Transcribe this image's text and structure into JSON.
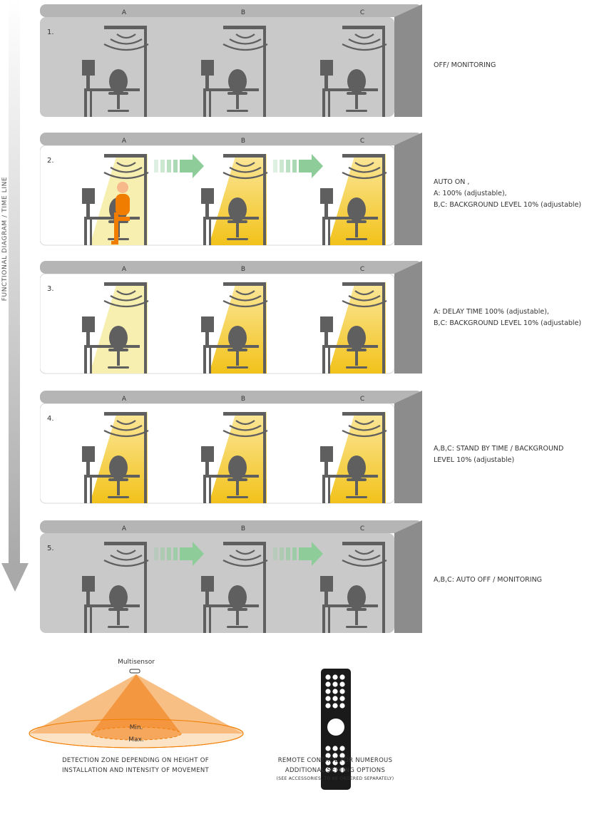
{
  "timeline": {
    "label": "FUNCTIONAL  DIAGRAM / TIME LINE"
  },
  "columns": [
    "A",
    "B",
    "C"
  ],
  "colors": {
    "room_gray": "#c9c9c9",
    "wall_dark": "#8c8c8c",
    "ceiling": "#b5b5b5",
    "furniture": "#5f5f5f",
    "light_bright": "#f7efb0",
    "light_yellow": "#f2c21b",
    "person": "#f07d00",
    "arrow_green": "#8ecc9a",
    "cone_orange": "#f39a3e"
  },
  "steps": [
    {
      "number": "1.",
      "lights": [
        "off",
        "off",
        "off"
      ],
      "arrows": [
        false,
        false
      ],
      "person": false,
      "lines": [
        "OFF/ MONITORING"
      ]
    },
    {
      "number": "2.",
      "lights": [
        "full",
        "bg",
        "bg"
      ],
      "arrows": [
        true,
        true
      ],
      "person": true,
      "lines": [
        "AUTO ON ,",
        "A: 100% (adjustable),",
        "B,C: BACKGROUND  LEVEL 10% (adjustable)"
      ]
    },
    {
      "number": "3.",
      "lights": [
        "full",
        "bg",
        "bg"
      ],
      "arrows": [
        false,
        false
      ],
      "person": false,
      "lines": [
        "A: DELAY TIME 100% (adjustable),",
        "B,C: BACKGROUND  LEVEL 10% (adjustable)"
      ]
    },
    {
      "number": "4.",
      "lights": [
        "bg",
        "bg",
        "bg"
      ],
      "arrows": [
        false,
        false
      ],
      "person": false,
      "lines": [
        "A,B,C: STAND BY TIME / BACKGROUND",
        "LEVEL 10% (adjustable)"
      ]
    },
    {
      "number": "5.",
      "lights": [
        "off",
        "off",
        "off"
      ],
      "arrows": [
        true,
        true
      ],
      "person": false,
      "lines": [
        "A,B,C: AUTO OFF / MONITORING"
      ]
    }
  ],
  "sensor": {
    "label": "Multisensor",
    "min_label": "Min.",
    "max_label": "Max.",
    "caption": [
      "DETECTION  ZONE  DEPENDING  ON  HEIGHT  OF",
      "INSTALLATION  AND  INTENSITY  OF  MOVEMENT"
    ]
  },
  "remote": {
    "caption": [
      "REMOTE  CONTROL  FOR  NUMEROUS",
      "ADDITIONAL  SETTING  OPTIONS"
    ],
    "note": "(SEE ACCESSORIES, TO BE ORDERED SEPARATELY)"
  }
}
